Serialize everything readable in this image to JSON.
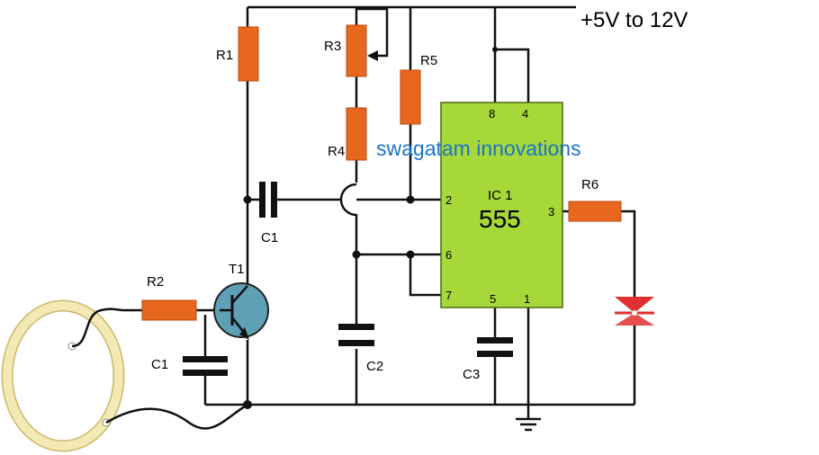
{
  "supply_label": "+5V to 12V",
  "watermark": "swagatam innovations",
  "watermark_color": "#1a73c9",
  "ic": {
    "name": "IC 1",
    "part": "555",
    "pins": {
      "p8": "8",
      "p4": "4",
      "p2": "2",
      "p3": "3",
      "p6": "6",
      "p7": "7",
      "p5": "5",
      "p1": "1"
    },
    "body_color": "#a7d83a"
  },
  "components": {
    "r1": "R1",
    "r2": "R2",
    "r3": "R3",
    "r4": "R4",
    "r5": "R5",
    "r6": "R6",
    "t1": "T1",
    "c1_top": "C1",
    "c1_bottom": "C1",
    "c2": "C2",
    "c3": "C3"
  },
  "colors": {
    "resistor": "#e8671f",
    "transistor": "#5ea0b5",
    "led": "#e03030",
    "coil": "#f3e9b5"
  }
}
